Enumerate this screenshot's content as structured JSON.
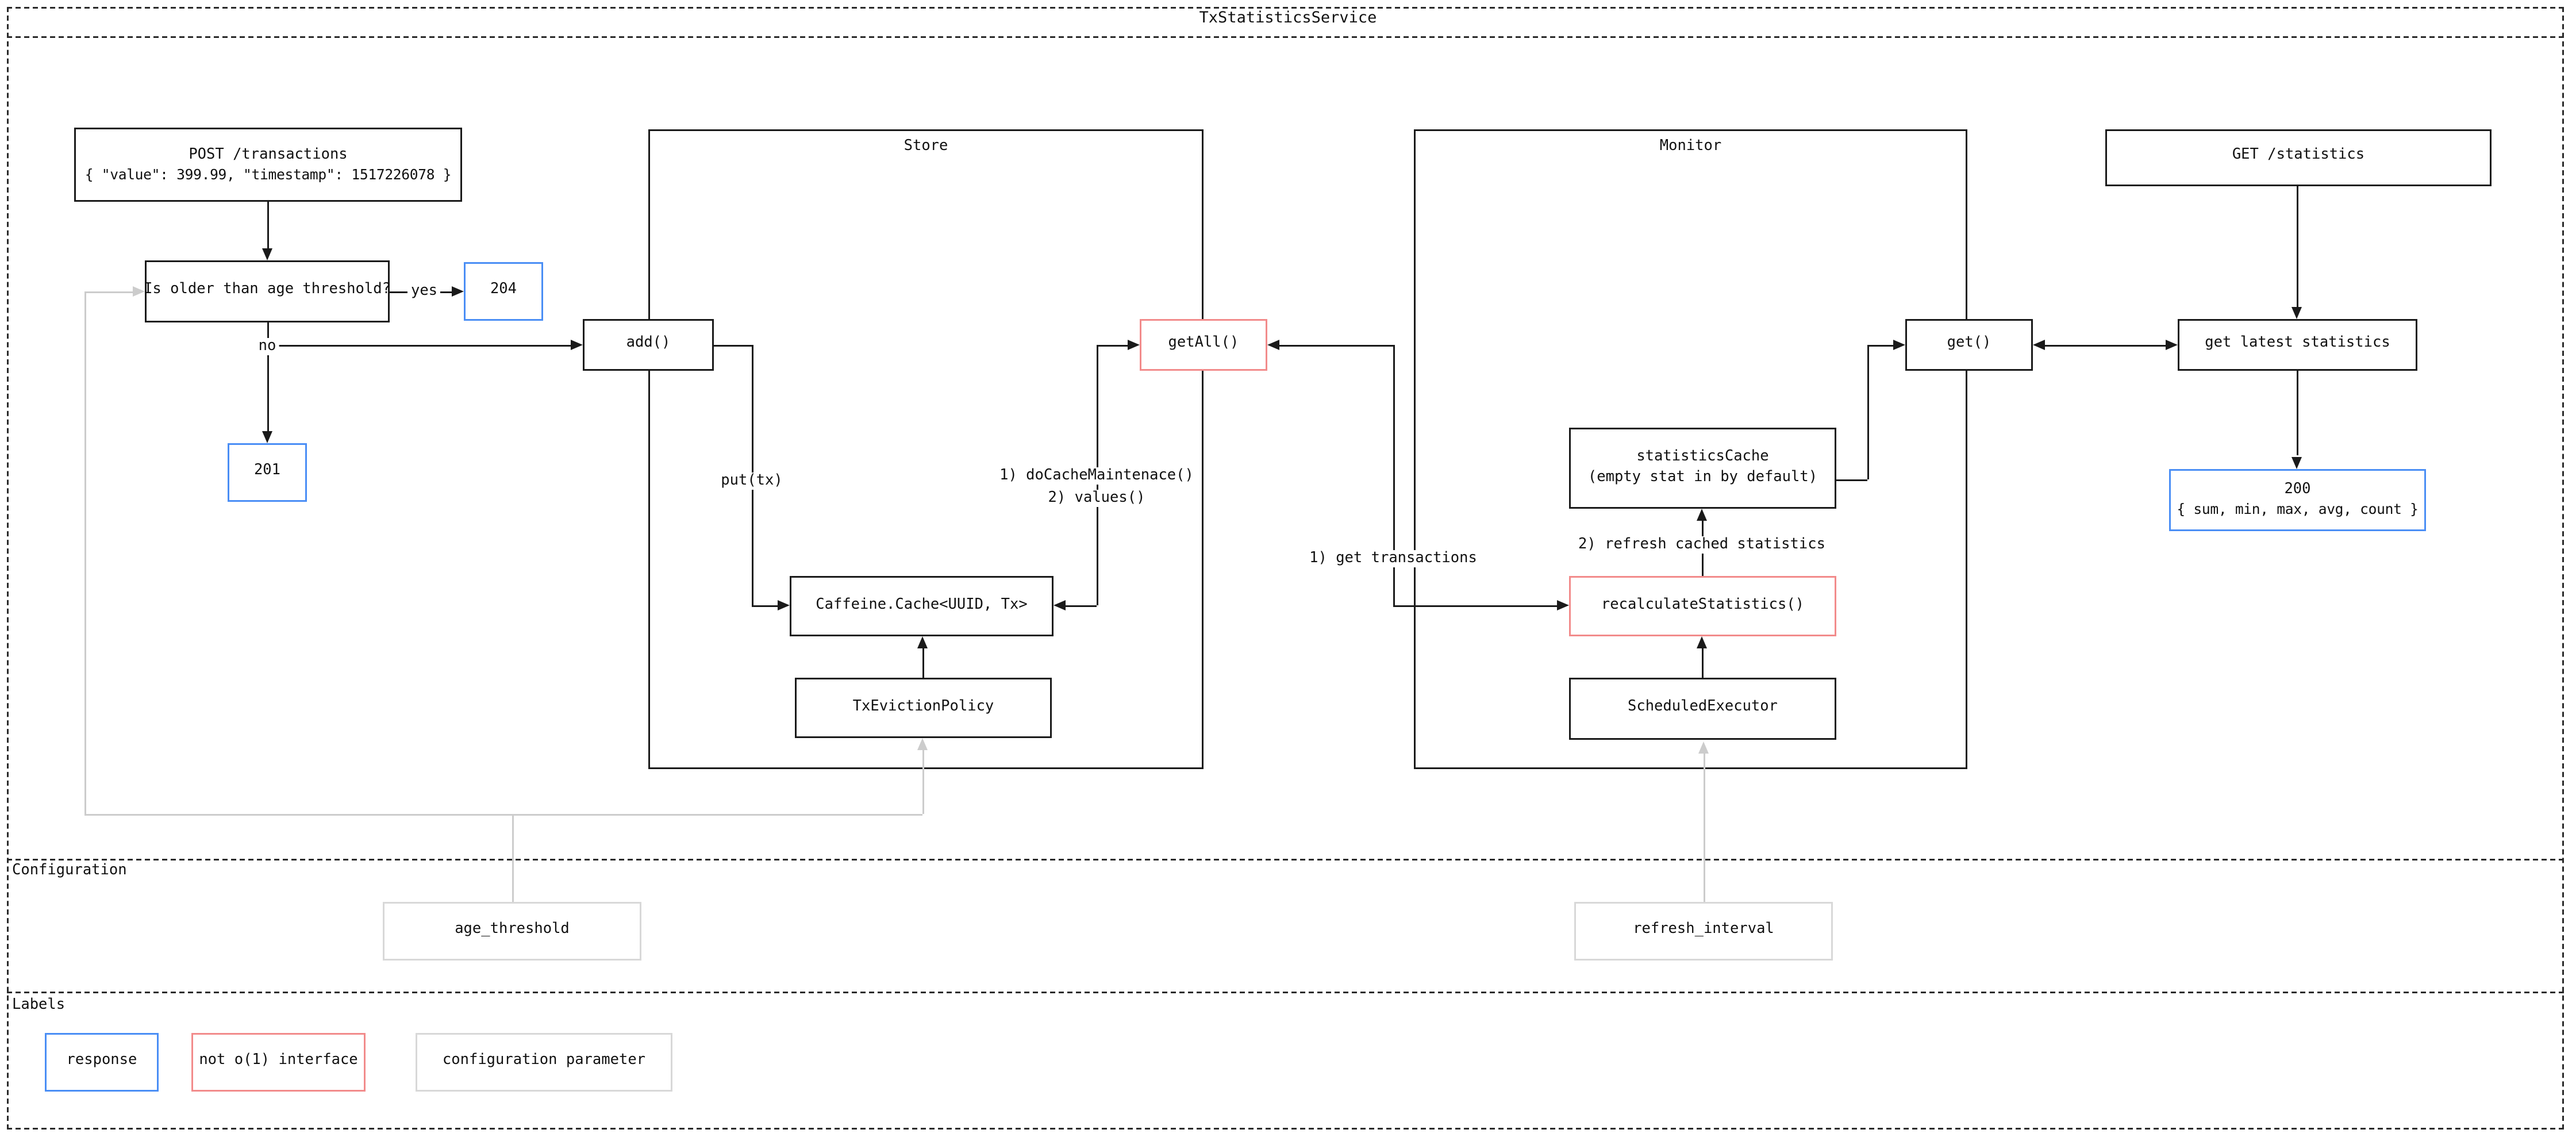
{
  "title": "TxStatisticsService",
  "sections": {
    "configuration": "Configuration",
    "labels": "Labels"
  },
  "nodes": {
    "post": {
      "line1": "POST /transactions",
      "line2": "{ \"value\": 399.99, \"timestamp\": 1517226078 }"
    },
    "age_check": "Is older than age threshold?",
    "resp204": "204",
    "resp201": "201",
    "add": "add()",
    "store": "Store",
    "getAll": "getAll()",
    "caffeine": "Caffeine.Cache<UUID, Tx>",
    "evictionPolicy": "TxEvictionPolicy",
    "monitor": "Monitor",
    "statisticsCache": {
      "line1": "statisticsCache",
      "line2": "(empty stat in by default)"
    },
    "recalculate": "recalculateStatistics()",
    "scheduledExecutor": "ScheduledExecutor",
    "getStatistics": "GET /statistics",
    "get": "get()",
    "getLatest": "get latest statistics",
    "resp200": {
      "line1": "200",
      "line2": "{ sum, min, max, avg, count }"
    },
    "ageThreshold": "age_threshold",
    "refreshInterval": "refresh_interval"
  },
  "edge_labels": {
    "yes": "yes",
    "no": "no",
    "putTx": "put(tx)",
    "docache1": "1) doCacheMaintenace()",
    "docache2": "2) values()",
    "getTransactions": "1) get transactions",
    "refreshCached": "2) refresh cached statistics"
  },
  "legend": [
    {
      "label": "response",
      "color": "#4a8ef5"
    },
    {
      "label": "not o(1) interface",
      "color": "#f28b8b"
    },
    {
      "label": "configuration parameter",
      "color": "#d8d8d8"
    }
  ],
  "colors": {
    "response_blue": "#4a8ef5",
    "interface_red": "#f28b8b",
    "config_gray": "#d8d8d8",
    "line_black": "#1a1a1a",
    "line_gray": "#cccccc"
  }
}
